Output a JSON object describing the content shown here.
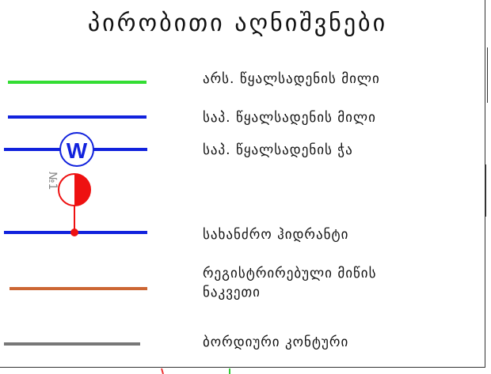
{
  "title": "პირობითი აღნიშვნები",
  "legend": [
    {
      "label": "არს. წყალსადენის მილი",
      "color": "#33dd33"
    },
    {
      "label": "საპ. წყალსადენის მილი",
      "color": "#1122dd"
    },
    {
      "label": "საპ.  წყალსადენის ჭა",
      "color": "#1122dd"
    },
    {
      "label": "სახანძრო ჰიდრანტი",
      "color": "#1122dd"
    },
    {
      "label": "რეგისტრირებული მიწის\nნაკვეთი",
      "color": "#cc6633"
    },
    {
      "label": "ბორდიური კონტური",
      "color": "#777777"
    }
  ],
  "symbols": {
    "well_letter": "W",
    "hydrant_number": "№1",
    "hydrant_color": "#ee1111"
  }
}
